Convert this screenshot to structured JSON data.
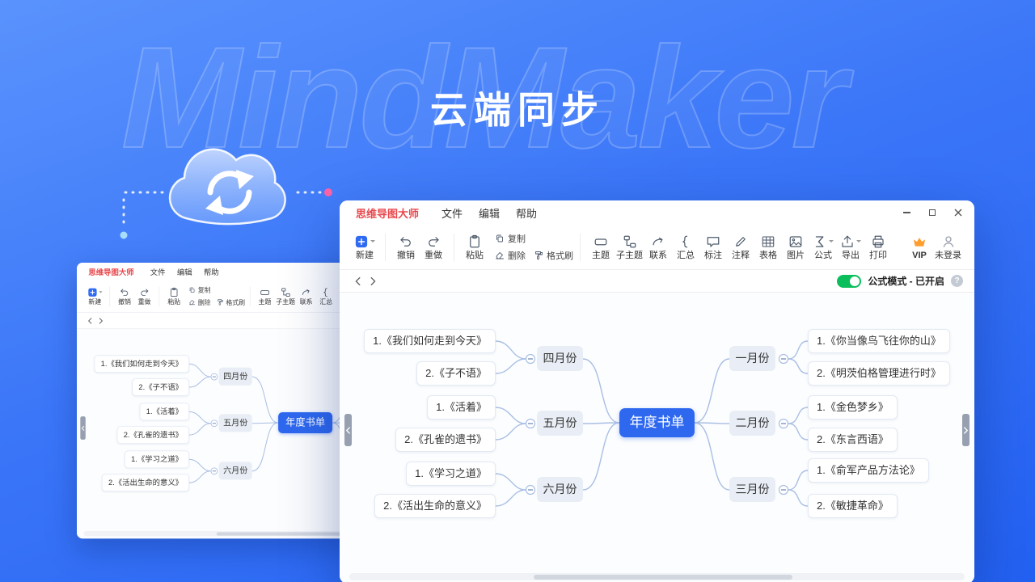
{
  "hero": {
    "watermark": "MindMaker",
    "title": "云端同步"
  },
  "window": {
    "app_title": "思维导图大师",
    "menus": [
      "文件",
      "编辑",
      "帮助"
    ],
    "toolbar": {
      "new": "新建",
      "undo": "撤销",
      "redo": "重做",
      "paste": "粘贴",
      "copy": "复制",
      "delete": "删除",
      "format_painter": "格式刷",
      "topic": "主题",
      "subtopic": "子主题",
      "relation": "联系",
      "summary": "汇总",
      "callout": "标注",
      "note": "注释",
      "table": "表格",
      "image": "图片",
      "formula": "公式",
      "export": "导出",
      "print": "打印",
      "vip": "VIP",
      "login": "未登录"
    },
    "statusbar": {
      "formula_mode": "公式模式 - 已开启",
      "help": "?"
    },
    "mindmap": {
      "root": "年度书单",
      "left": [
        {
          "month": "四月份",
          "books": [
            "1.《我们如何走到今天》",
            "2.《子不语》"
          ]
        },
        {
          "month": "五月份",
          "books": [
            "1.《活着》",
            "2.《孔雀的遗书》"
          ]
        },
        {
          "month": "六月份",
          "books": [
            "1.《学习之道》",
            "2.《活出生命的意义》"
          ]
        }
      ],
      "right": [
        {
          "month": "一月份",
          "books": [
            "1.《你当像鸟飞往你的山》",
            "2.《明茨伯格管理进行时》"
          ]
        },
        {
          "month": "二月份",
          "books": [
            "1.《金色梦乡》",
            "2.《东言西语》"
          ]
        },
        {
          "month": "三月份",
          "books": [
            "1.《俞军产品方法论》",
            "2.《敏捷革命》"
          ]
        }
      ]
    }
  },
  "colors": {
    "accent_blue": "#2e68ef",
    "toggle_on_green": "#0abf5b",
    "brand_red": "#e8484d",
    "vip_orange": "#ff9d2e",
    "background_top": "#5a93fd",
    "background_bottom": "#2361f2"
  }
}
